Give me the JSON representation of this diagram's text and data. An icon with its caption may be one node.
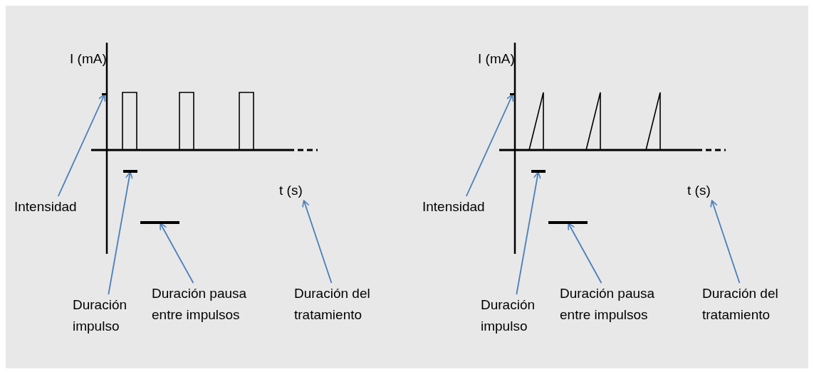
{
  "diagram": {
    "nodes": [
      {
        "text": [],
        "shape": "bar"
      },
      {
        "text": [],
        "shape": "bar"
      },
      {
        "text": [
          "t (s)"
        ]
      },
      {
        "text": [
          "Intensidad"
        ]
      },
      {
        "text": [],
        "shape": "bar"
      },
      {
        "text": [
          "Duración impulso"
        ]
      },
      {
        "text": [
          "Duración pausa entre impulsos"
        ]
      },
      {
        "text": [
          "Duración del tratamiento"
        ]
      },
      {
        "text": [],
        "shape": "bar"
      },
      {
        "text": [],
        "shape": "bar"
      },
      {
        "text": [
          "t (s)"
        ]
      },
      {
        "text": [
          "Intensidad"
        ]
      },
      {
        "text": [],
        "shape": "bar"
      },
      {
        "text": [
          "Duración impulso"
        ]
      },
      {
        "text": [
          "Duración pausa entre impulsos"
        ]
      },
      {
        "text": [
          "Duración del tratamiento"
        ]
      }
    ],
    "edges": [
      {
        "from": 3,
        "to": 0,
        "arrow": "to"
      },
      {
        "from": 5,
        "to": 1,
        "arrow": "to"
      },
      {
        "from": 6,
        "to": 4,
        "arrow": "to"
      },
      {
        "from": 7,
        "to": 2,
        "arrow": "to"
      },
      {
        "from": 11,
        "to": 8,
        "arrow": "to"
      },
      {
        "from": 13,
        "to": 9,
        "arrow": "to"
      },
      {
        "from": 14,
        "to": 12,
        "arrow": "to"
      },
      {
        "from": 15,
        "to": 10,
        "arrow": "to"
      }
    ],
    "labels": [
      "I (mA)",
      "I (mA)"
    ]
  }
}
